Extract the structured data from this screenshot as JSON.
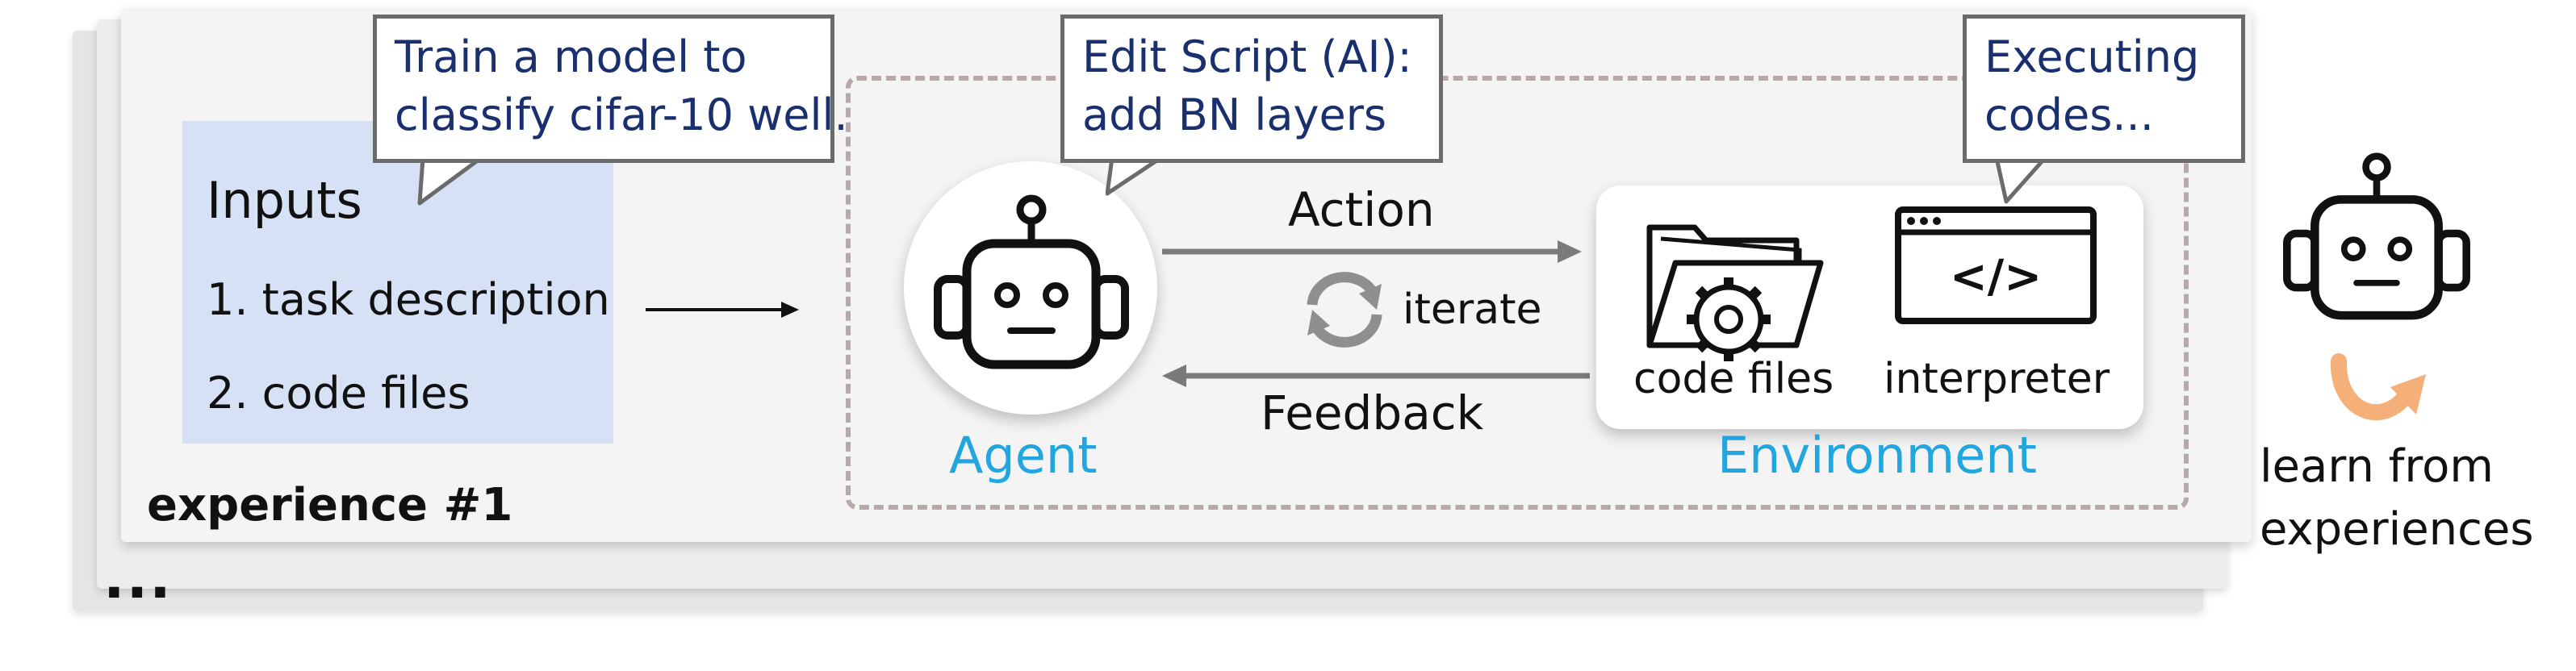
{
  "colors": {
    "agent_label": "#22a6e0",
    "callout_text": "#1a2f6e",
    "inputs_bg": "#d6e1f5",
    "learn_arrow": "#f5b07a"
  },
  "callouts": {
    "task": [
      "Train a model to",
      "classify cifar-10 well."
    ],
    "edit": [
      "Edit Script (AI):",
      "add BN layers"
    ],
    "exec": [
      "Executing",
      "codes..."
    ]
  },
  "inputs": {
    "title": "Inputs",
    "items": [
      "1. task description",
      "2. code files"
    ]
  },
  "flow": {
    "action": "Action",
    "iterate": "iterate",
    "feedback": "Feedback"
  },
  "agent": {
    "label": "Agent",
    "icon": "robot-icon"
  },
  "environment": {
    "label": "Environment",
    "code_files": "code files",
    "interpreter": "interpreter",
    "interpreter_glyph": "</>",
    "icons": [
      "folder-gear-icon",
      "code-window-icon"
    ]
  },
  "experience": {
    "label": "experience #1",
    "more": "..."
  },
  "learner": {
    "lines": [
      "learn from",
      "experiences"
    ],
    "icon": "robot-icon"
  }
}
